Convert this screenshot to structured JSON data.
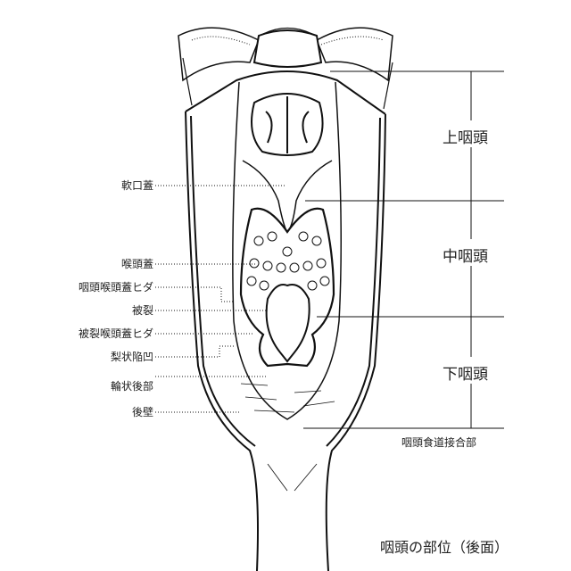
{
  "title": "咽頭の部位（後面）",
  "left_labels": [
    "軟口蓋",
    "喉頭蓋",
    "咽頭喉頭蓋ヒダ",
    "被裂",
    "被裂喉頭蓋ヒダ",
    "梨状陥凹",
    "輪状後部",
    "後壁"
  ],
  "regions": [
    "上咽頭",
    "中咽頭",
    "下咽頭"
  ],
  "junction_label": "咽頭食道接合部"
}
